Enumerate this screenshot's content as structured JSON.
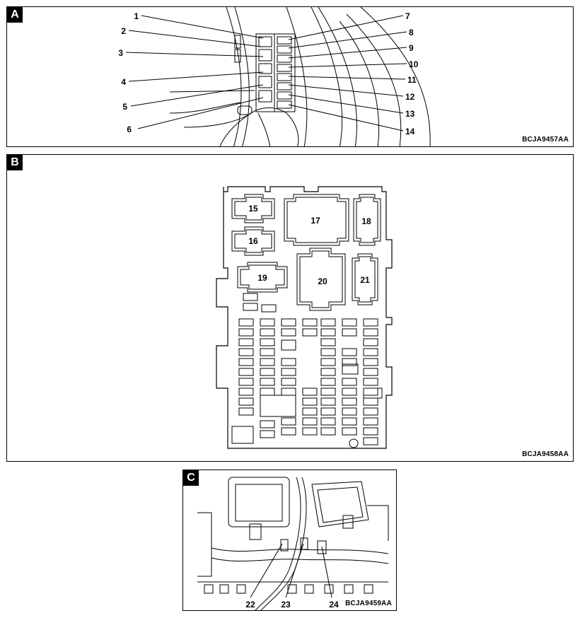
{
  "panels": {
    "a": {
      "letter": "A",
      "code": "BCJA9457AA",
      "callouts": [
        "1",
        "2",
        "3",
        "4",
        "5",
        "6",
        "7",
        "8",
        "9",
        "10",
        "11",
        "12",
        "13",
        "14"
      ]
    },
    "b": {
      "letter": "B",
      "code": "BCJA9458AA",
      "relays": [
        "15",
        "16",
        "17",
        "18",
        "19",
        "20",
        "21"
      ]
    },
    "c": {
      "letter": "C",
      "code": "BCJA9459AA",
      "callouts": [
        "22",
        "23",
        "24"
      ]
    }
  }
}
